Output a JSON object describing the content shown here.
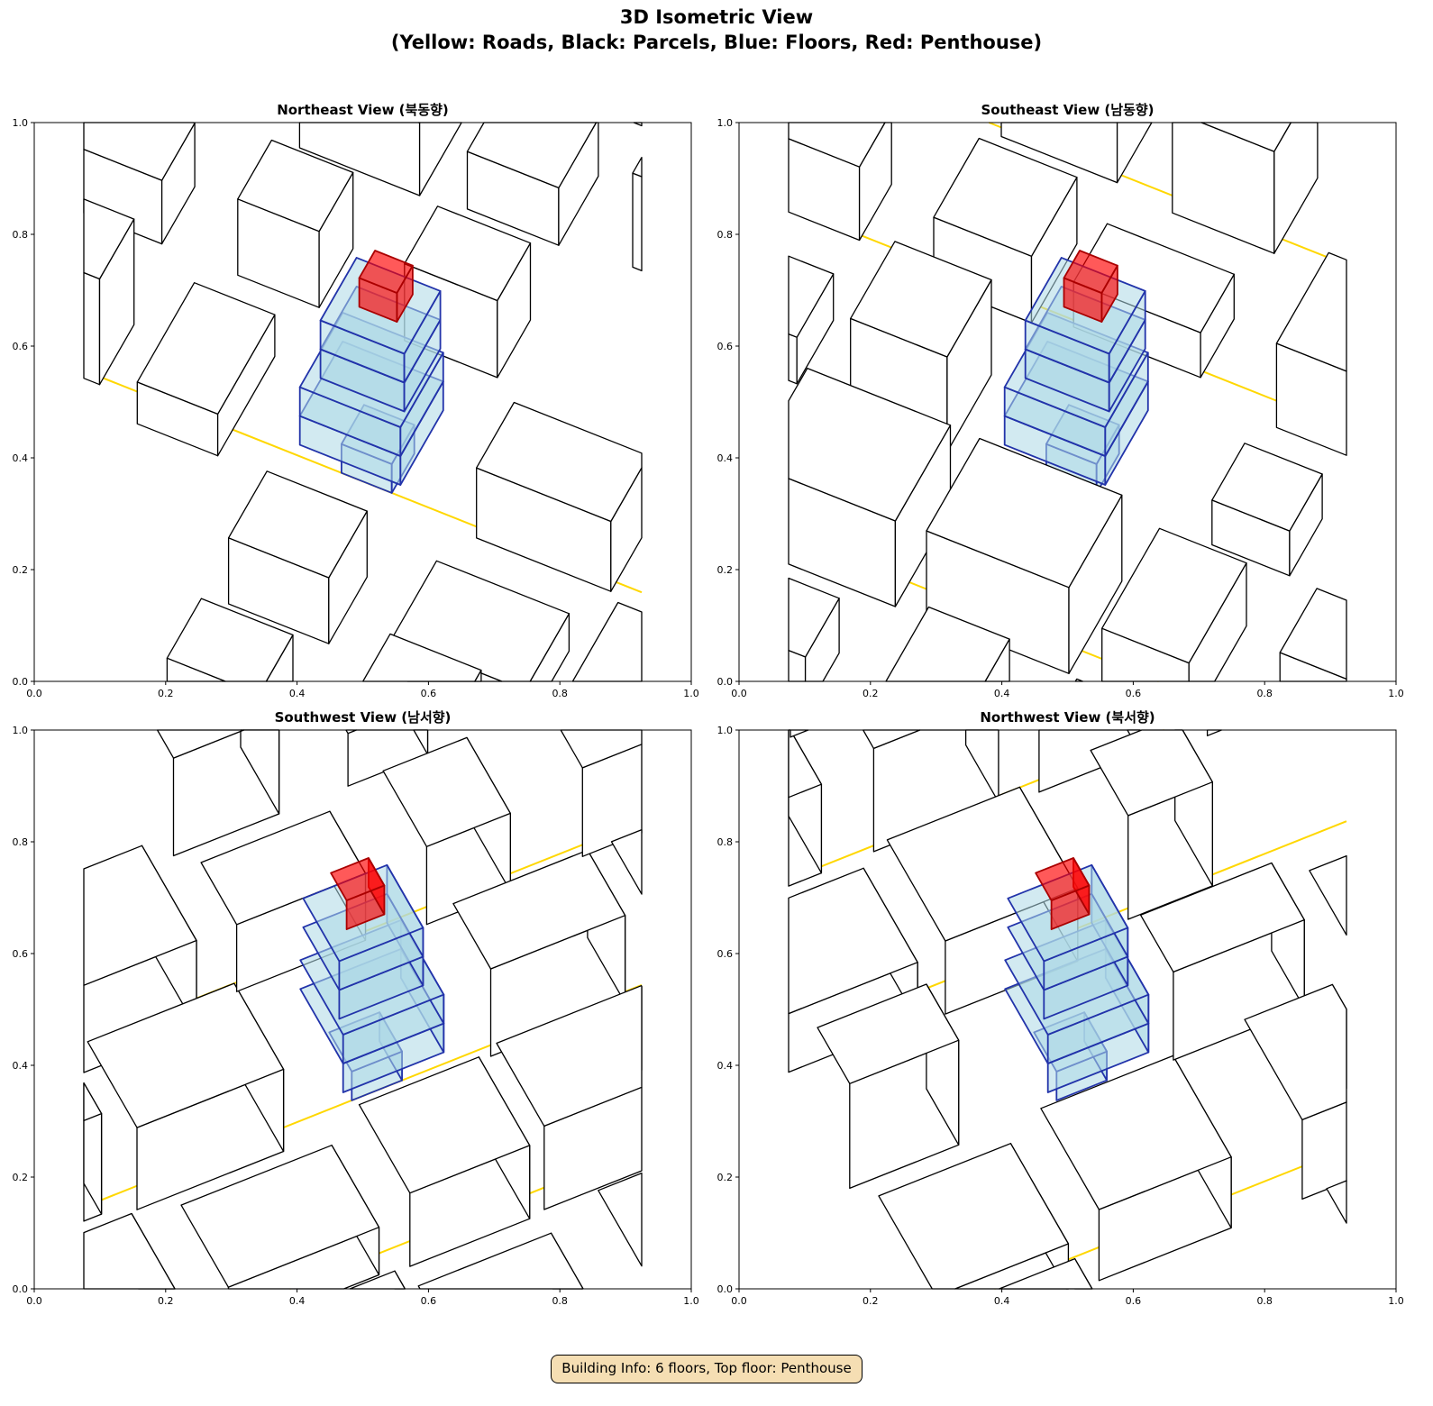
{
  "figure": {
    "title_line1": "3D Isometric View",
    "title_line2": "(Yellow: Roads, Black: Parcels, Blue: Floors, Red: Penthouse)",
    "info_box": "Building Info: 6 floors, Top floor: Penthouse"
  },
  "building": {
    "floors": 6,
    "top_floor": "Penthouse"
  },
  "colors": {
    "road": "#ffd700",
    "parcel": "#000000",
    "floor_fill": "#add8e6",
    "floor_edge": "#2233aa",
    "penthouse": "#ff0000"
  },
  "chart_data": [
    {
      "type": "diagram",
      "title": "Northeast View (북동향)",
      "xlim": [
        0,
        1
      ],
      "ylim": [
        0,
        1
      ],
      "xticks": [
        "0.0",
        "0.2",
        "0.4",
        "0.6",
        "0.8",
        "1.0"
      ],
      "yticks": [
        "0.0",
        "0.2",
        "0.4",
        "0.6",
        "0.8",
        "1.0"
      ]
    },
    {
      "type": "diagram",
      "title": "Southeast View (남동향)",
      "xlim": [
        0,
        1
      ],
      "ylim": [
        0,
        1
      ],
      "xticks": [
        "0.0",
        "0.2",
        "0.4",
        "0.6",
        "0.8",
        "1.0"
      ],
      "yticks": [
        "0.0",
        "0.2",
        "0.4",
        "0.6",
        "0.8",
        "1.0"
      ]
    },
    {
      "type": "diagram",
      "title": "Southwest View (남서향)",
      "xlim": [
        0,
        1
      ],
      "ylim": [
        0,
        1
      ],
      "xticks": [
        "0.0",
        "0.2",
        "0.4",
        "0.6",
        "0.8",
        "1.0"
      ],
      "yticks": [
        "0.0",
        "0.2",
        "0.4",
        "0.6",
        "0.8",
        "1.0"
      ]
    },
    {
      "type": "diagram",
      "title": "Northwest View (북서향)",
      "xlim": [
        0,
        1
      ],
      "ylim": [
        0,
        1
      ],
      "xticks": [
        "0.0",
        "0.2",
        "0.4",
        "0.6",
        "0.8",
        "1.0"
      ],
      "yticks": [
        "0.0",
        "0.2",
        "0.4",
        "0.6",
        "0.8",
        "1.0"
      ]
    }
  ]
}
